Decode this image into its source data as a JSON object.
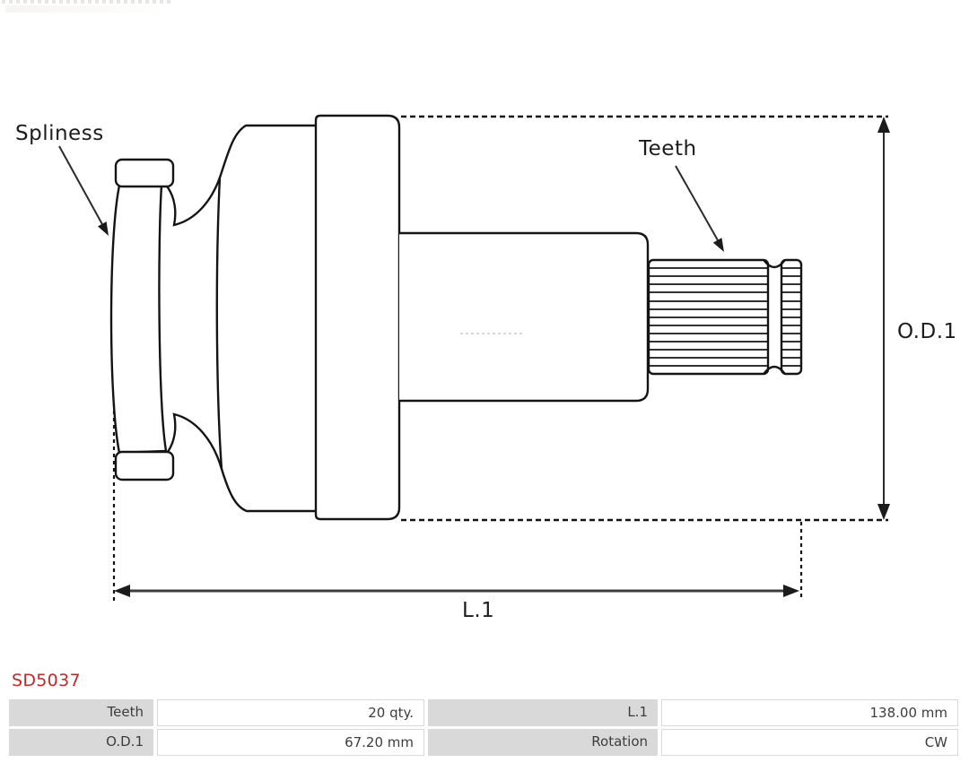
{
  "product": {
    "code": "SD5037"
  },
  "diagram": {
    "labels": {
      "splines": "Spliness",
      "teeth": "Teeth",
      "od1": "O.D.1",
      "l1": "L.1"
    }
  },
  "table": {
    "rows": [
      {
        "c1": "Teeth",
        "c2": "20 qty.",
        "c3": "L.1",
        "c4": "138.00 mm"
      },
      {
        "c1": "O.D.1",
        "c2": "67.20 mm",
        "c3": "Rotation",
        "c4": "CW"
      }
    ]
  },
  "colors": {
    "accent_red": "#bf2b2b",
    "table_label_bg": "#d9d9d9",
    "drawing_line": "#141414"
  }
}
